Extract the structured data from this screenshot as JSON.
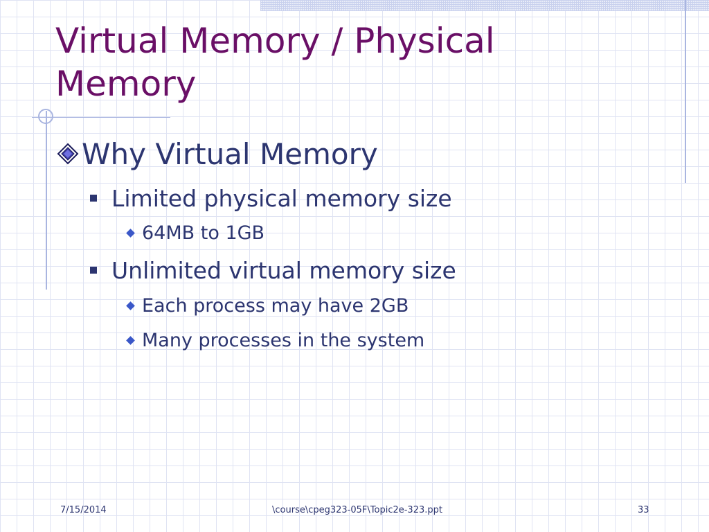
{
  "slide": {
    "title_lines": [
      "Virtual Memory / Physical",
      "Memory"
    ],
    "bullets": [
      {
        "text": "Why Virtual Memory",
        "children": [
          {
            "text": "Limited physical memory size",
            "children": [
              "64MB to 1GB"
            ]
          },
          {
            "text": "Unlimited virtual memory size",
            "children": [
              "Each process may have 2GB",
              "Many processes in the system"
            ]
          }
        ]
      }
    ]
  },
  "footer": {
    "date": "7/15/2014",
    "path": "\\course\\cpeg323-05F\\Topic2e-323.ppt",
    "page_number": "33"
  },
  "colors": {
    "title": "#6a0f66",
    "body_text": "#2c3570",
    "accent": "#3a57c8",
    "grid": "#dfe3f3"
  },
  "icons": {
    "level1_bullet": "diamond-icon",
    "level2_bullet": "square-icon",
    "level3_bullet": "small-diamond-icon"
  }
}
